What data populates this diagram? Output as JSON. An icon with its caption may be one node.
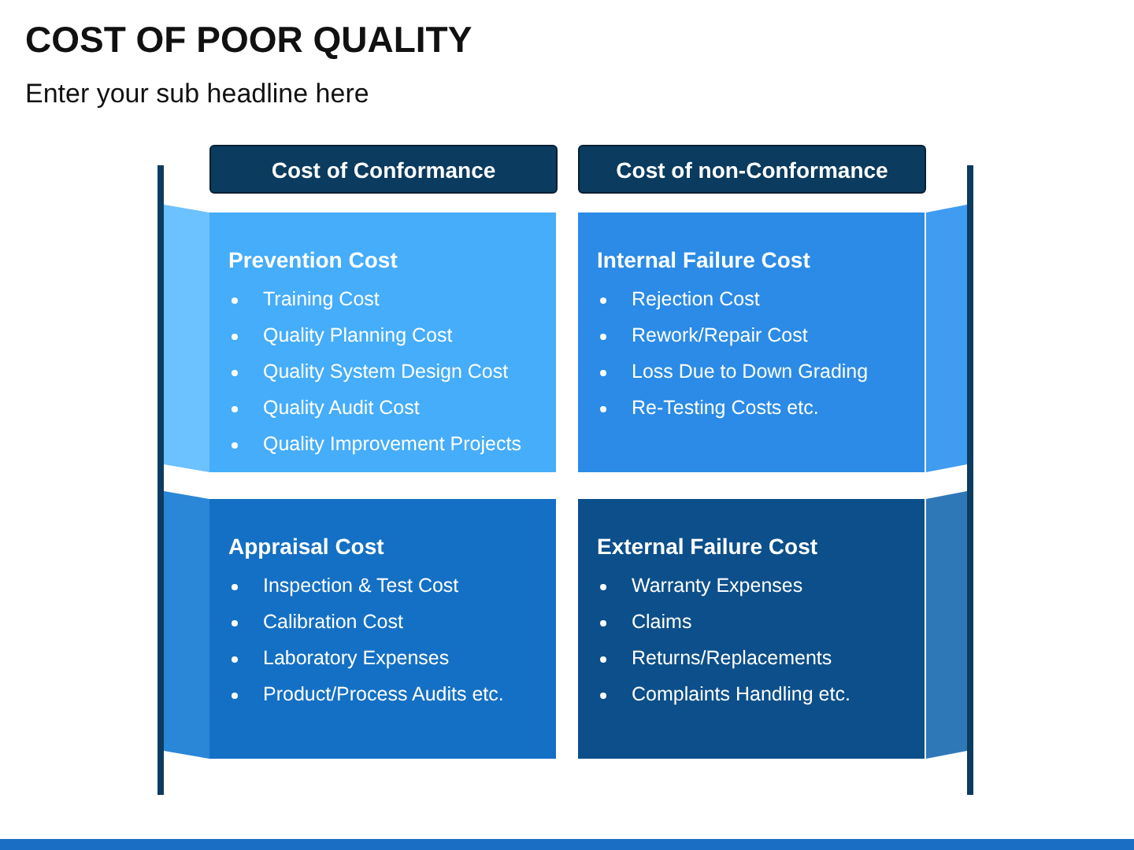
{
  "diagram": {
    "title": "COST OF POOR QUALITY",
    "caption": "Enter your sub headline here",
    "nodes": [
      {
        "text": [
          "Cost of Conformance"
        ]
      },
      {
        "text": [
          "Cost of non-Conformance"
        ]
      },
      {
        "text": [
          "Prevention Cost",
          "Training Cost",
          "Quality Planning Cost",
          "Quality System Design Cost",
          "Quality Audit Cost",
          "Quality Improvement Projects"
        ]
      },
      {
        "text": [
          "Internal Failure Cost",
          "Rejection Cost",
          "Rework/Repair Cost",
          "Loss Due to Down Grading",
          "Re-Testing Costs etc."
        ]
      },
      {
        "text": [
          "Appraisal Cost",
          "Inspection & Test Cost",
          "Calibration Cost",
          "Laboratory Expenses",
          "Product/Process Audits etc."
        ]
      },
      {
        "text": [
          "External Failure Cost",
          "Warranty Expenses",
          "Claims",
          "Returns/Replacements",
          "Complaints Handling etc."
        ]
      }
    ],
    "edges": []
  }
}
